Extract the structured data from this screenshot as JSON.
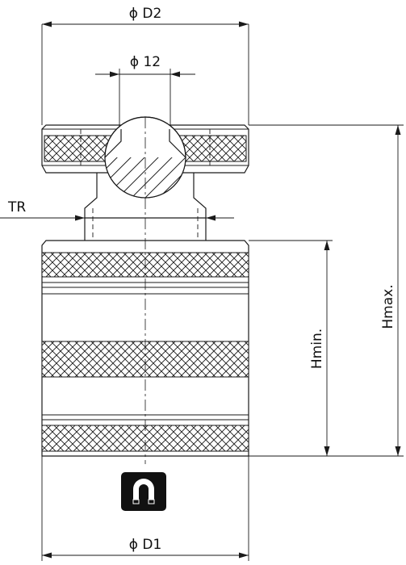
{
  "labels": {
    "d2": "ϕ D2",
    "d12": "ϕ 12",
    "tr": "TR",
    "hmin": "Hmin.",
    "hmax": "Hmax.",
    "d1": "ϕ D1"
  },
  "icons": {
    "magnet": "magnet-icon"
  }
}
